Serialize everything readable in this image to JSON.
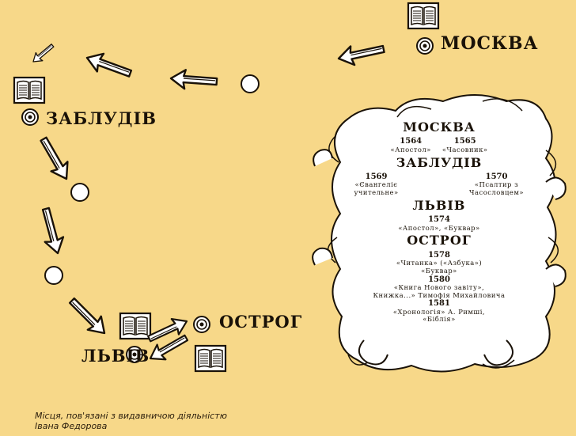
{
  "cities": {
    "moskva": "МОСКВА",
    "zabludiv": "ЗАБЛУДІВ",
    "ostrog": "ОСТРОГ",
    "lviv": "ЛЬВІВ"
  },
  "panel": {
    "moskva": {
      "title": "МОСКВА",
      "left": {
        "year": "1564",
        "book": "«Апостол»"
      },
      "right": {
        "year": "1565",
        "book": "«Часовник»"
      }
    },
    "zabludiv": {
      "title": "ЗАБЛУДІВ",
      "left": {
        "year": "1569",
        "book": "«Євангеліє учительне»"
      },
      "right": {
        "year": "1570",
        "book": "«Псалтир з Часословцем»"
      }
    },
    "lviv": {
      "title": "ЛЬВІВ",
      "year": "1574",
      "books": "«Апостол», «Буквар»"
    },
    "ostrog": {
      "title": "ОСТРОГ",
      "year1": "1578",
      "line1": "«Читанка» («Азбука»)",
      "line2": "«Буквар»",
      "year2": "1580",
      "line3": "«Книга Нового завіту»,",
      "line4": "Книжка...» Тимофія Михайловича",
      "year3": "1581",
      "line5": "«Хронологія» А. Римші,",
      "line6": "«Біблія»"
    }
  },
  "caption": {
    "line1": "Місця, пов'язані з видавничою діяльністю",
    "line2": "Івана Федорова"
  },
  "colors": {
    "background": "#f7d889",
    "ink": "#1a1208",
    "page": "#ffffff"
  }
}
